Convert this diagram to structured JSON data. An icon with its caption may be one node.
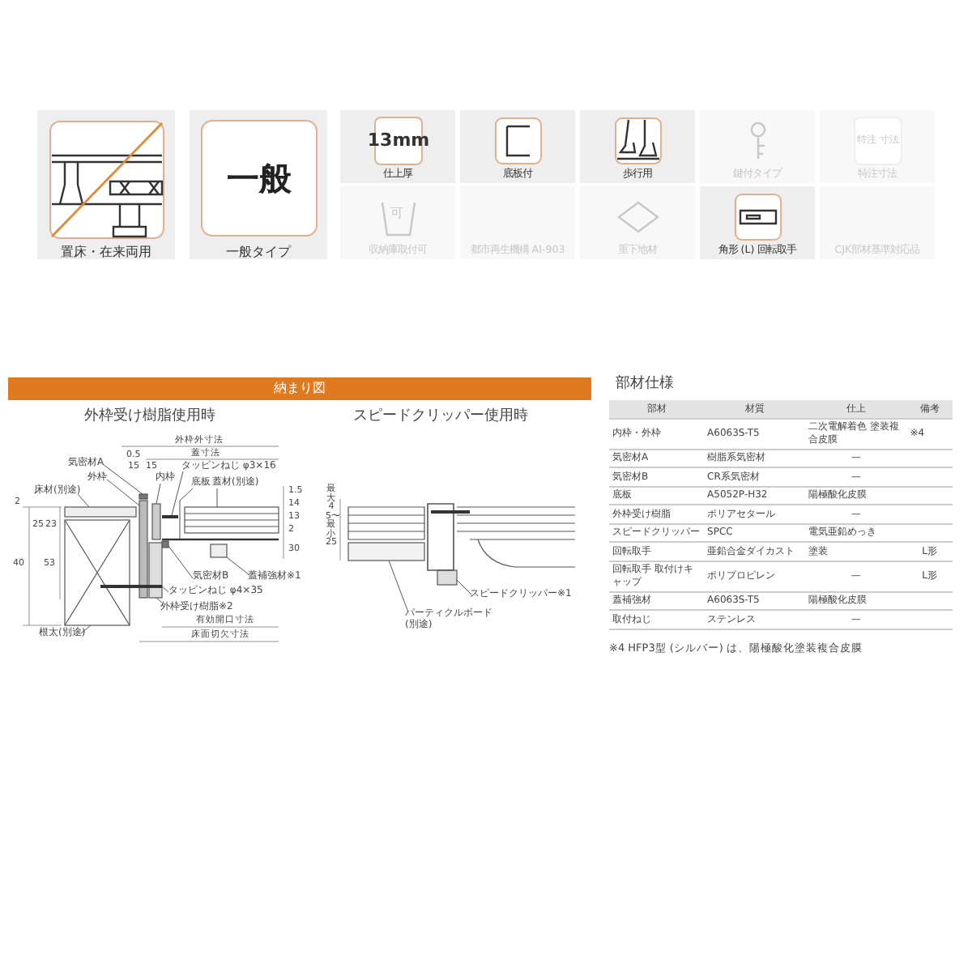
{
  "diagram": {
    "nodes": [
      {
        "text": [
          "置床・在来両用"
        ]
      },
      {
        "text": [
          "一般",
          "一般タイプ"
        ]
      },
      {
        "text": [
          "13mm",
          "仕上厚"
        ]
      },
      {
        "text": [
          "底板付"
        ]
      },
      {
        "text": [
          "歩行用"
        ]
      },
      {
        "text": [
          "鍵付タイプ"
        ]
      },
      {
        "text": [
          "特注 寸法",
          "特注寸法"
        ]
      },
      {
        "text": [
          "可",
          "収納庫取付可"
        ]
      },
      {
        "text": [
          "都市再生機構 AI-903"
        ]
      },
      {
        "text": [
          "重下地材"
        ]
      },
      {
        "text": [
          "角形 (L) 回転取手"
        ]
      },
      {
        "text": [
          "CJK部材基準対応品"
        ]
      },
      {
        "text": [
          "納まり図"
        ]
      },
      {
        "text": [
          "気密材A"
        ]
      },
      {
        "text": [
          "外枠"
        ]
      },
      {
        "text": [
          "床材(別途)"
        ]
      },
      {
        "text": [
          "内枠"
        ]
      },
      {
        "text": [
          "タッピンねじ φ3×16"
        ]
      },
      {
        "text": [
          "蓋材(別途)"
        ]
      },
      {
        "text": [
          "底板"
        ]
      },
      {
        "text": [
          "気密材B"
        ]
      },
      {
        "text": [
          "タッピンねじ φ4×35"
        ]
      },
      {
        "text": [
          "外枠受け樹脂※2"
        ]
      },
      {
        "text": [
          "根太(別途)"
        ]
      },
      {
        "text": [
          "蓋補強材※1"
        ]
      },
      {
        "text": [
          "スピードクリッパー※1"
        ]
      },
      {
        "text": [
          "パーティクルボード (別途)"
        ]
      },
      {
        "text": [],
        "shape": "box"
      },
      {
        "text": [],
        "shape": "box"
      },
      {
        "text": [],
        "shape": "box"
      },
      {
        "text": [],
        "shape": "box"
      },
      {
        "text": [],
        "shape": "bar"
      },
      {
        "text": [],
        "shape": "box"
      },
      {
        "text": [],
        "shape": "bar"
      },
      {
        "text": [],
        "shape": "box"
      },
      {
        "text": [],
        "shape": "bar"
      },
      {
        "text": [],
        "shape": "box"
      },
      {
        "text": [],
        "shape": "box"
      },
      {
        "text": [],
        "shape": "box"
      },
      {
        "text": [],
        "shape": "box"
      },
      {
        "text": [],
        "shape": "box"
      }
    ],
    "edges": [
      {
        "from": 13,
        "to": 27,
        "arrow": "none"
      },
      {
        "from": 14,
        "to": 28,
        "arrow": "none"
      },
      {
        "from": 15,
        "to": 29,
        "arrow": "none"
      },
      {
        "from": 16,
        "to": 30,
        "arrow": "none"
      },
      {
        "from": 17,
        "to": 31,
        "arrow": "none"
      },
      {
        "from": 18,
        "to": 32,
        "arrow": "none"
      },
      {
        "from": 19,
        "to": 33,
        "arrow": "none"
      },
      {
        "from": 20,
        "to": 34,
        "arrow": "none"
      },
      {
        "from": 21,
        "to": 35,
        "arrow": "none"
      },
      {
        "from": 22,
        "to": 36,
        "arrow": "none"
      },
      {
        "from": 23,
        "to": 37,
        "arrow": "none"
      },
      {
        "from": 24,
        "to": 38,
        "arrow": "none"
      },
      {
        "from": 25,
        "to": 39,
        "arrow": "none"
      },
      {
        "from": 26,
        "to": 40,
        "arrow": "none"
      }
    ],
    "labels": [
      "外枠受け樹脂使用時",
      "スピードクリッパー使用時",
      "部材仕様",
      "外枠外寸法",
      "0.5",
      "蓋寸法",
      "15",
      "15",
      "2",
      "25",
      "23",
      "40",
      "53",
      "1.5",
      "14",
      "13",
      "2",
      "30",
      "有効開口寸法",
      "床面切欠寸法",
      "最大45〜最小25",
      "部材",
      "材質",
      "仕上",
      "備考",
      "内枠・外枠",
      "A6063S-T5",
      "二次電解着色 塗装複合皮膜",
      "※4",
      "気密材A",
      "樹脂系気密材",
      "—",
      "気密材B",
      "CR系気密材",
      "—",
      "底板",
      "A5052P-H32",
      "陽極酸化皮膜",
      "外枠受け樹脂",
      "ポリアセタール",
      "—",
      "スピードクリッパー",
      "SPCC",
      "電気亜鉛めっき",
      "回転取手",
      "亜鉛合金ダイカスト",
      "塗装",
      "L形",
      "回転取手 取付けキャップ",
      "ポリプロピレン",
      "—",
      "L形",
      "蓋補強材",
      "A6063S-T5",
      "陽極酸化皮膜",
      "取付ねじ",
      "ステンレス",
      "—",
      "※4 HFP3型 (シルバー) は、陽極酸化塗装複合皮膜"
    ]
  }
}
